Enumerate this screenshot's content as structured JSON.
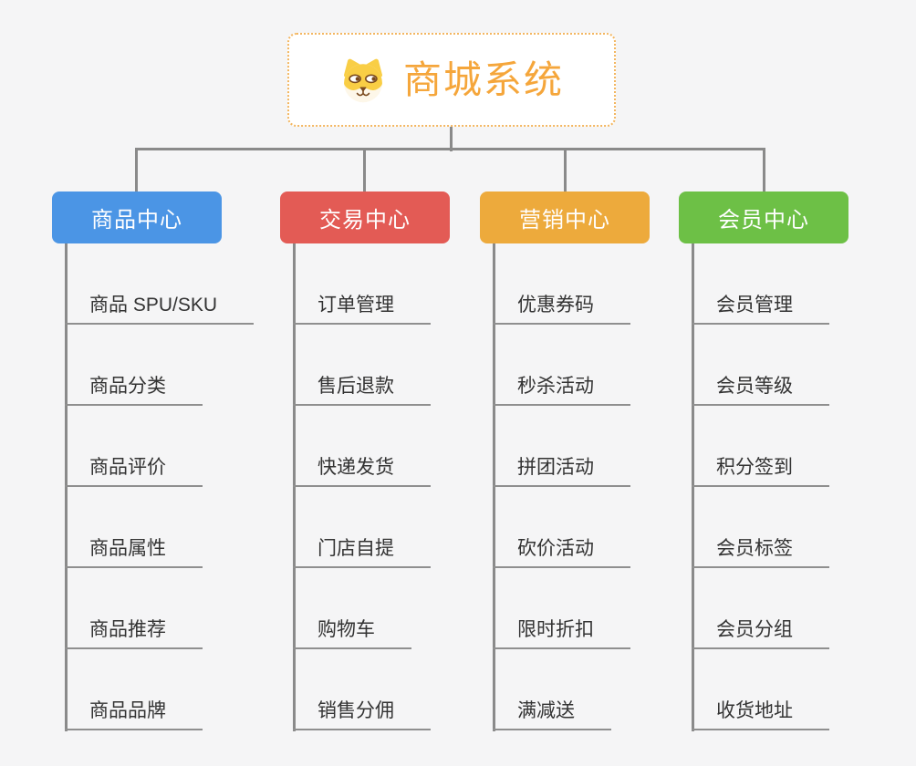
{
  "page": {
    "background_color": "#F5F5F6"
  },
  "root": {
    "title": "商城系统",
    "icon": "shiba-dog-icon",
    "accent_color": "#F5A63B",
    "border_color": "#F3B660",
    "card_color": "#FFFFFF"
  },
  "connector": {
    "line_color": "#8A8A8A"
  },
  "leaf_style": {
    "text_color": "#333333",
    "underline_color": "#8F8F8F"
  },
  "branches": [
    {
      "label": "商品中心",
      "color": "#4B95E5",
      "children": [
        "商品 SPU/SKU",
        "商品分类",
        "商品评价",
        "商品属性",
        "商品推荐",
        "商品品牌"
      ]
    },
    {
      "label": "交易中心",
      "color": "#E35B55",
      "children": [
        "订单管理",
        "售后退款",
        "快递发货",
        "门店自提",
        "购物车",
        "销售分佣"
      ]
    },
    {
      "label": "营销中心",
      "color": "#EDAA3C",
      "children": [
        "优惠券码",
        "秒杀活动",
        "拼团活动",
        "砍价活动",
        "限时折扣",
        "满减送"
      ]
    },
    {
      "label": "会员中心",
      "color": "#6DC046",
      "children": [
        "会员管理",
        "会员等级",
        "积分签到",
        "会员标签",
        "会员分组",
        "收货地址"
      ]
    }
  ]
}
